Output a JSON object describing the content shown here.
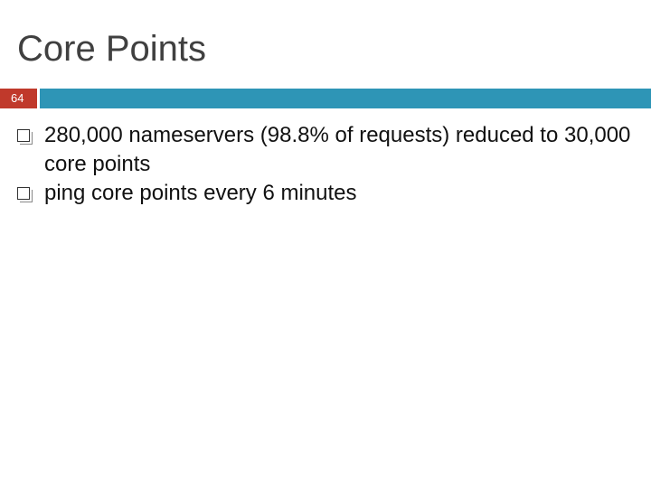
{
  "slide": {
    "title": "Core Points",
    "page_number": "64",
    "accent_colors": {
      "page_number_box": "#c0392b",
      "rule_bar": "#2e95b6"
    },
    "bullets": [
      {
        "icon": "hollow-square-bullet-icon",
        "text": "280,000 nameservers (98.8% of requests) reduced to 30,000 core points"
      },
      {
        "icon": "hollow-square-bullet-icon",
        "text": "ping core points every 6 minutes"
      }
    ]
  }
}
